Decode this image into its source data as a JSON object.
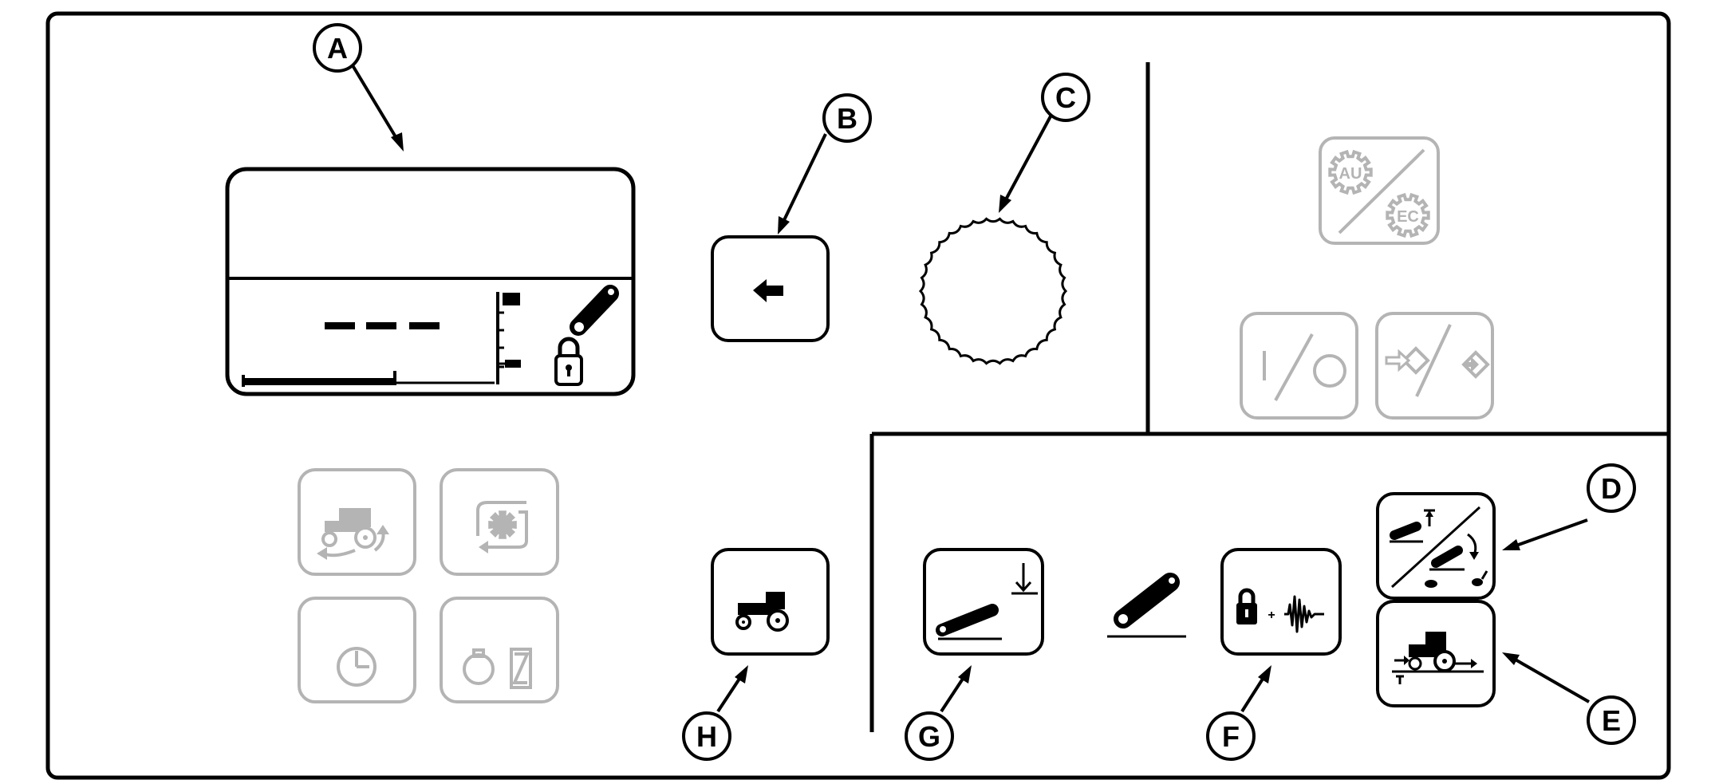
{
  "callouts": {
    "a": "A",
    "b": "B",
    "c": "C",
    "d": "D",
    "e": "E",
    "f": "F",
    "g": "G",
    "h": "H"
  },
  "display": {
    "value": "– – –"
  },
  "icons": {
    "display_unit": "display-screen",
    "back_button": "arrow-left-icon",
    "rotary_knob": "knurled-knob",
    "auto_eco_button": "auto-eco-gear-icon",
    "on_off_button": "on-off-icon",
    "enter_button": "enter-toggle-icon",
    "tractor_adjust_button": "tractor-rotate-icon",
    "gear_rotate_button": "gear-rotate-icon",
    "clock_button": "clock-icon",
    "engine_hourglass_button": "engine-hourglass-icon",
    "tractor_button": "tractor-icon",
    "hitch_lower_button": "hitch-lower-icon",
    "hitch_indicator": "hitch-arm-icon",
    "lock_shock_button": "lock-shock-icon",
    "hitch_rate_button": "hitch-rate-icon",
    "tractor_speed_button": "tractor-speed-icon"
  },
  "colors": {
    "line": "#000000",
    "inactive": "#b4b4b4",
    "background": "#ffffff"
  }
}
